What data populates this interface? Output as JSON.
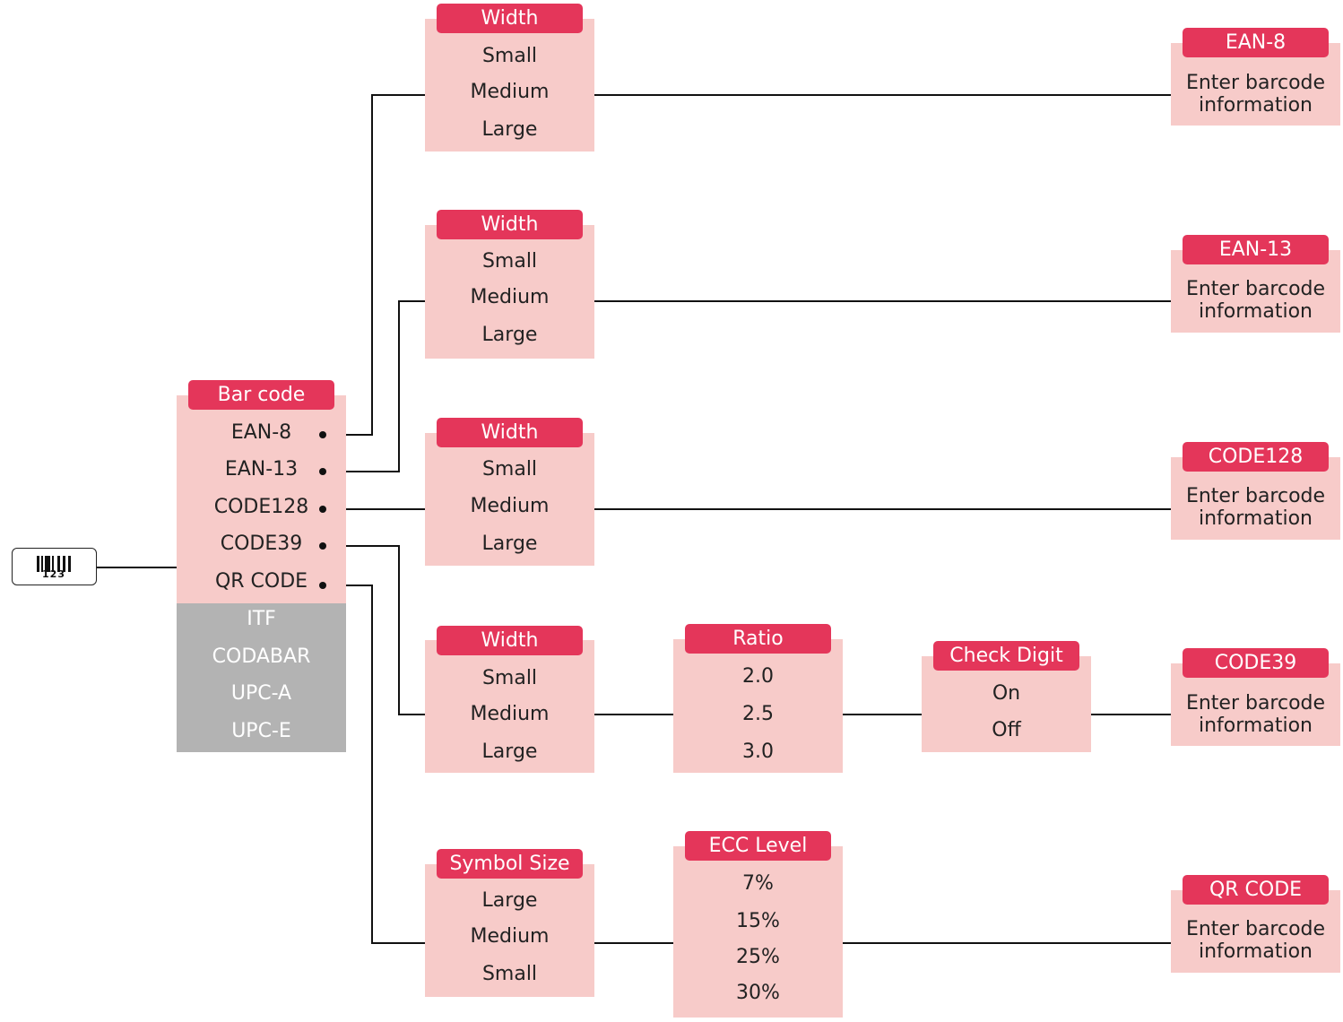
{
  "icon": {
    "name": "barcode-icon",
    "digits": "123"
  },
  "barcode_menu": {
    "header": "Bar code",
    "active_items": [
      "EAN-8",
      "EAN-13",
      "CODE128",
      "CODE39",
      "QR CODE"
    ],
    "disabled_items": [
      "ITF",
      "CODABAR",
      "UPC-A",
      "UPC-E"
    ]
  },
  "width_menus": [
    {
      "header": "Width",
      "items": [
        "Small",
        "Medium",
        "Large"
      ]
    },
    {
      "header": "Width",
      "items": [
        "Small",
        "Medium",
        "Large"
      ]
    },
    {
      "header": "Width",
      "items": [
        "Small",
        "Medium",
        "Large"
      ]
    },
    {
      "header": "Width",
      "items": [
        "Small",
        "Medium",
        "Large"
      ]
    }
  ],
  "symbol_size_menu": {
    "header": "Symbol Size",
    "items": [
      "Large",
      "Medium",
      "Small"
    ]
  },
  "ratio_menu": {
    "header": "Ratio",
    "items": [
      "2.0",
      "2.5",
      "3.0"
    ]
  },
  "check_digit_menu": {
    "header": "Check Digit",
    "items": [
      "On",
      "Off"
    ]
  },
  "ecc_menu": {
    "header": "ECC Level",
    "items": [
      "7%",
      "15%",
      "25%",
      "30%"
    ]
  },
  "entry_boxes": [
    {
      "header": "EAN-8",
      "text": "Enter barcode information"
    },
    {
      "header": "EAN-13",
      "text": "Enter barcode information"
    },
    {
      "header": "CODE128",
      "text": "Enter barcode information"
    },
    {
      "header": "CODE39",
      "text": "Enter barcode information"
    },
    {
      "header": "QR CODE",
      "text": "Enter barcode information"
    }
  ],
  "colors": {
    "header": "#e4365a",
    "box": "#f7cbc9",
    "disabled": "#b3b3b3",
    "line": "#111111"
  }
}
